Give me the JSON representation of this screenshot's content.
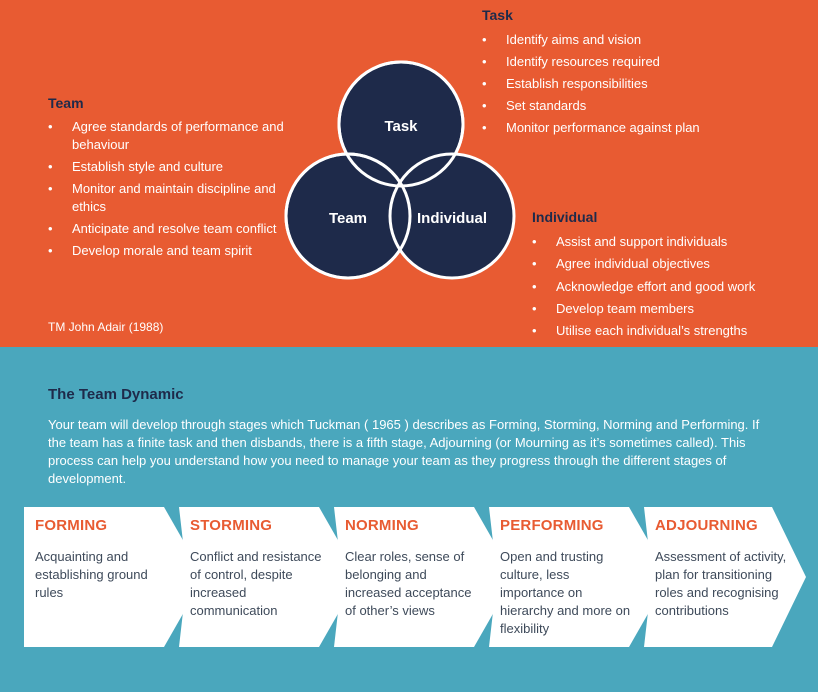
{
  "team": {
    "title": "Team",
    "items": [
      "Agree standards of performance and behaviour",
      "Establish style and culture",
      "Monitor and maintain discipline and ethics",
      "Anticipate and resolve team conflict",
      "Develop morale and team spirit"
    ]
  },
  "task": {
    "title": "Task",
    "items": [
      "Identify aims and vision",
      "Identify resources required",
      "Establish responsibilities",
      "Set standards",
      "Monitor performance against plan"
    ]
  },
  "individual": {
    "title": "Individual",
    "items": [
      "Assist and support individuals",
      "Agree individual objectives",
      "Acknowledge effort and good work",
      "Develop team members",
      "Utilise each individual’s strengths"
    ]
  },
  "venn": {
    "task_label": "Task",
    "team_label": "Team",
    "individual_label": "Individual",
    "circle_color": "#1e2a4a",
    "outline_color": "#ffffff"
  },
  "credit": "TM John Adair (1988)",
  "dynamic": {
    "title": "The Team Dynamic",
    "text": "Your team will develop through stages which Tuckman ( 1965 ) describes as Forming, Storming, Norming and Performing. If the team has a finite task and then disbands, there is a fifth stage, Adjourning (or Mourning as it’s sometimes called). This process can help you understand how you need to manage your team as they progress through the different stages of development."
  },
  "stages": [
    {
      "name": "FORMING",
      "desc": "Acquainting and establishing ground rules"
    },
    {
      "name": "STORMING",
      "desc": "Conflict and resistance of control, despite increased communication"
    },
    {
      "name": "NORMING",
      "desc": "Clear roles, sense of belonging and increased acceptance of other’s views"
    },
    {
      "name": "PERFORMING",
      "desc": "Open and trusting culture, less importance on hierarchy and more on flexibility"
    },
    {
      "name": "ADJOURNING",
      "desc": "Assessment of activity, plan for transitioning roles and recognising contributions"
    }
  ],
  "colors": {
    "orange": "#e85b32",
    "teal": "#4aa7bd",
    "navy": "#1e2a4a"
  }
}
